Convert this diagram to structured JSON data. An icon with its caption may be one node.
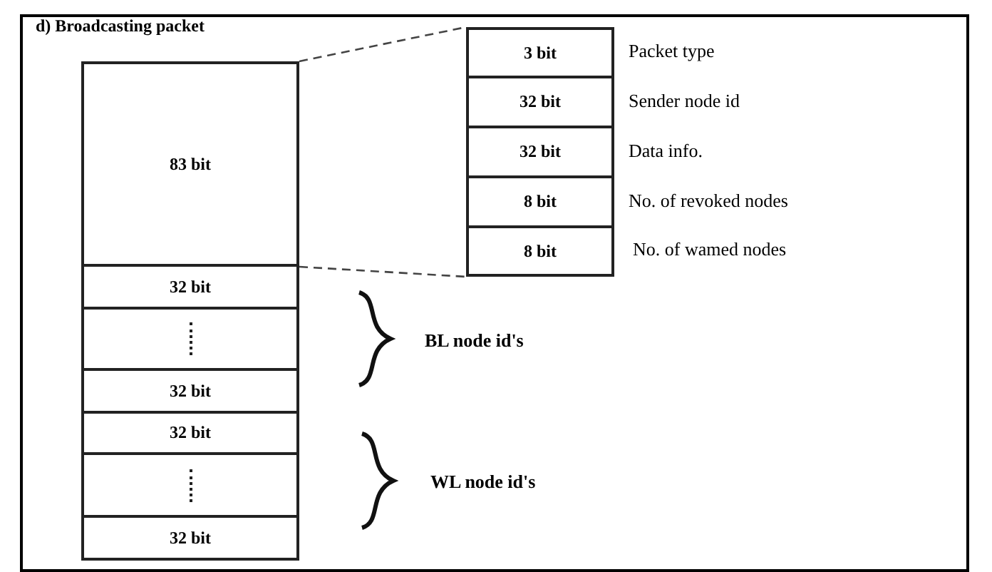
{
  "diagram": {
    "title": "d) Broadcasting packet",
    "nodes": [
      {
        "text": [
          "83 bit"
        ]
      },
      {
        "text": [
          "3 bit"
        ],
        "beside": [
          "Packet type"
        ]
      },
      {
        "text": [
          "32 bit"
        ],
        "beside": [
          "Sender node id"
        ]
      },
      {
        "text": [
          "32 bit"
        ],
        "beside": [
          "Data info."
        ]
      },
      {
        "text": [
          "8 bit"
        ],
        "beside": [
          "No. of revoked nodes"
        ]
      },
      {
        "text": [
          "8 bit"
        ],
        "beside": [
          "No. of wamed nodes"
        ]
      },
      {
        "text": [
          "32 bit"
        ]
      },
      {
        "text": [],
        "shape": "box"
      },
      {
        "text": [
          "32 bit"
        ]
      },
      {
        "text": [
          "32 bit"
        ]
      },
      {
        "text": [],
        "shape": "box"
      },
      {
        "text": [
          "32 bit"
        ]
      }
    ],
    "edges": [
      {
        "from": 0,
        "to": 1,
        "arrow": "none",
        "style": "dashed"
      },
      {
        "from": 0,
        "to": 5,
        "arrow": "none",
        "style": "dashed"
      }
    ],
    "labels": [
      "BL node id's",
      "WL node id's"
    ]
  }
}
